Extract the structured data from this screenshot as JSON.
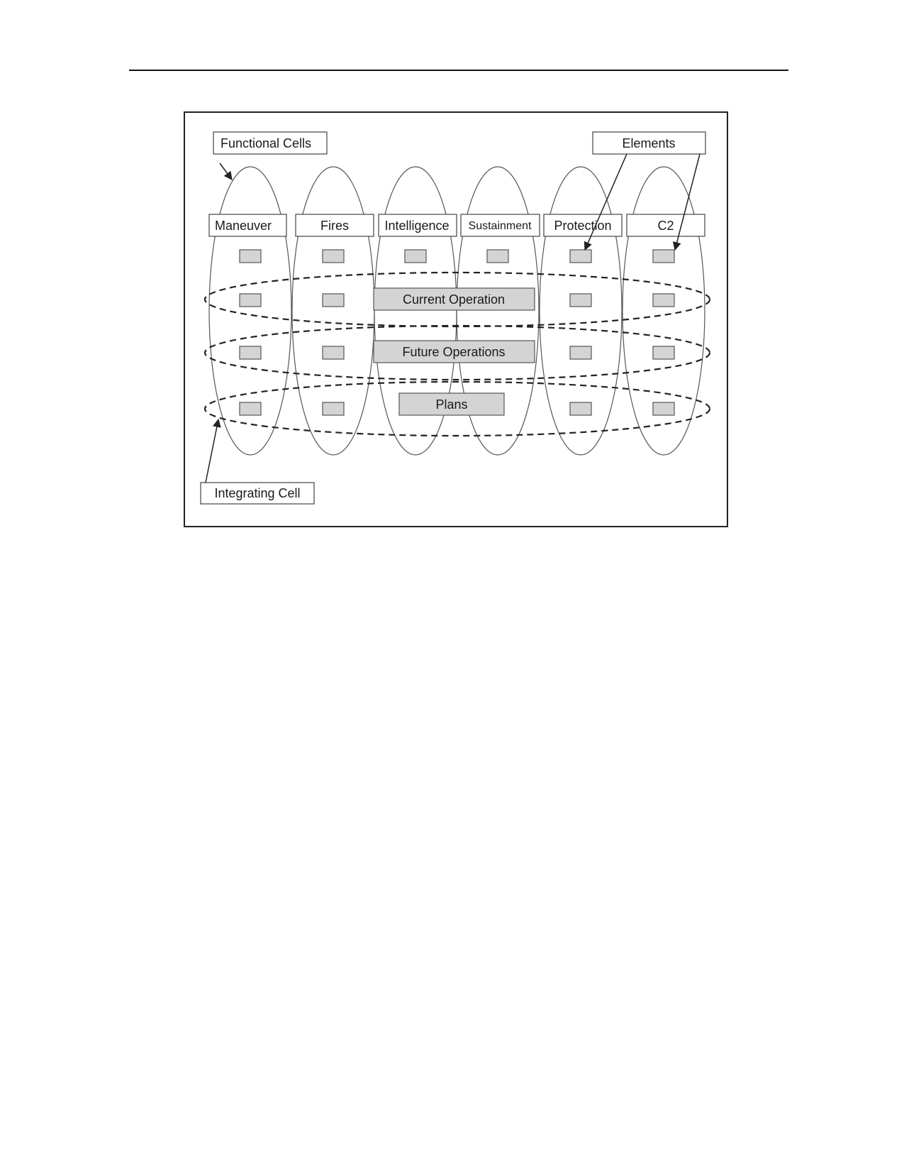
{
  "callouts": {
    "functional_cells": "Functional Cells",
    "elements": "Elements",
    "integrating_cell": "Integrating Cell"
  },
  "functional_cells": [
    {
      "label": "Maneuver"
    },
    {
      "label": "Fires"
    },
    {
      "label": "Intelligence"
    },
    {
      "label": "Sustainment"
    },
    {
      "label": "Protection"
    },
    {
      "label": "C2"
    }
  ],
  "integrating_cells": [
    {
      "label": "Current Operation"
    },
    {
      "label": "Future Operations"
    },
    {
      "label": "Plans"
    }
  ],
  "colors": {
    "element_fill": "#d4d4d4",
    "line": "#222222"
  }
}
